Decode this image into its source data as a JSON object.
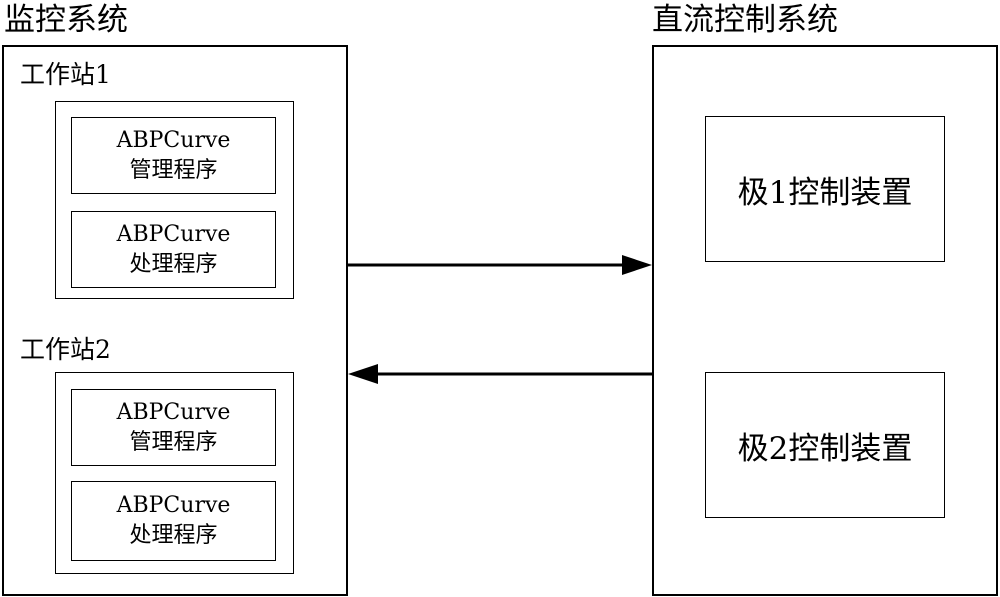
{
  "monitoring": {
    "title": "监控系统",
    "workstations": [
      {
        "title": "工作站1",
        "programs": [
          {
            "line1": "ABPCurve",
            "line2": "管理程序"
          },
          {
            "line1": "ABPCurve",
            "line2": "处理程序"
          }
        ]
      },
      {
        "title": "工作站2",
        "programs": [
          {
            "line1": "ABPCurve",
            "line2": "管理程序"
          },
          {
            "line1": "ABPCurve",
            "line2": "处理程序"
          }
        ]
      }
    ]
  },
  "dc_control": {
    "title": "直流控制系统",
    "devices": [
      {
        "label": "极1控制装置"
      },
      {
        "label": "极2控制装置"
      }
    ]
  },
  "colors": {
    "line": "#000000",
    "background": "#ffffff"
  }
}
